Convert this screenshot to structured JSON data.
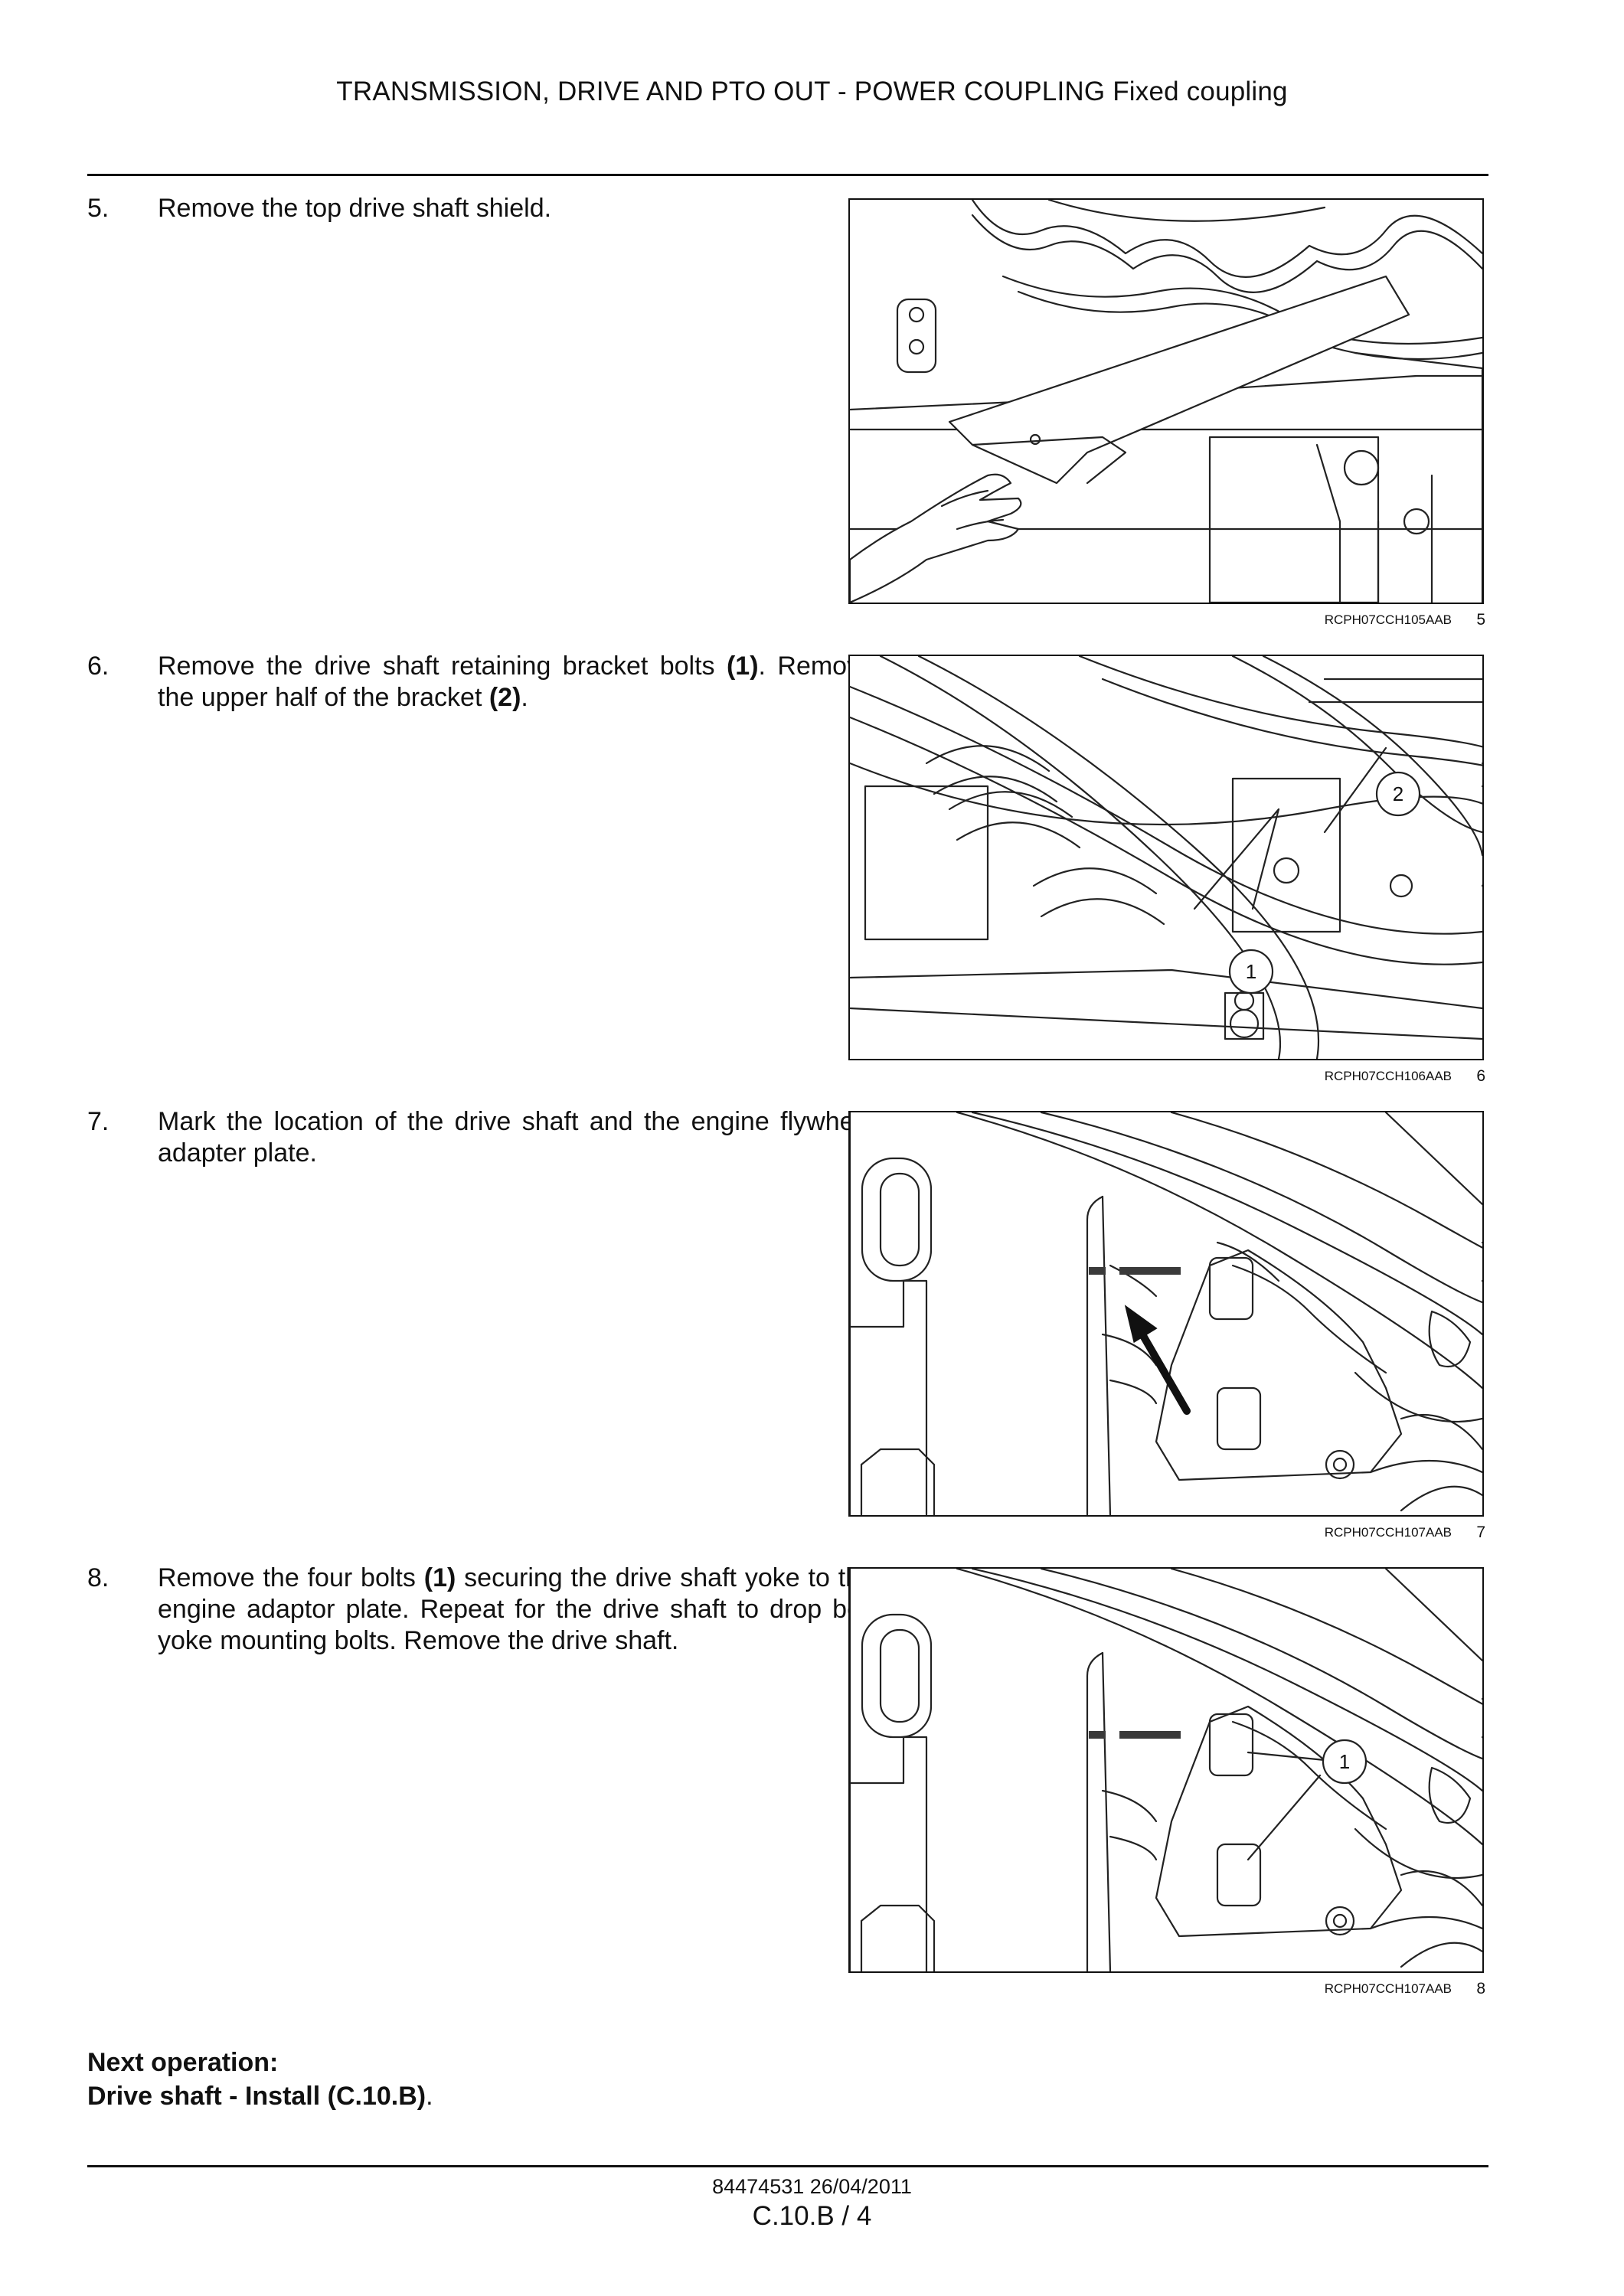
{
  "header": {
    "title": "TRANSMISSION, DRIVE AND PTO OUT - POWER COUPLING Fixed coupling"
  },
  "steps": [
    {
      "number": "5.",
      "parts": [
        {
          "t": "Remove the top drive shaft shield."
        }
      ]
    },
    {
      "number": "6.",
      "parts": [
        {
          "t": "Remove the drive shaft retaining bracket bolts "
        },
        {
          "t": "(1)",
          "b": true
        },
        {
          "t": ". Remove the upper half of the bracket "
        },
        {
          "t": "(2)",
          "b": true
        },
        {
          "t": "."
        }
      ]
    },
    {
      "number": "7.",
      "parts": [
        {
          "t": "Mark the location of the drive shaft and the engine flywheel adapter plate."
        }
      ]
    },
    {
      "number": "8.",
      "parts": [
        {
          "t": "Remove the four bolts "
        },
        {
          "t": "(1)",
          "b": true
        },
        {
          "t": " securing the drive shaft yoke to the engine adaptor plate. Repeat for the drive shaft to drop box yoke mounting bolts. Remove the drive shaft."
        }
      ]
    }
  ],
  "figures": [
    {
      "code": "RCPH07CCH105AAB",
      "number": "5",
      "callouts": []
    },
    {
      "code": "RCPH07CCH106AAB",
      "number": "6",
      "callouts": [
        "2",
        "1"
      ]
    },
    {
      "code": "RCPH07CCH107AAB",
      "number": "7",
      "callouts": []
    },
    {
      "code": "RCPH07CCH107AAB",
      "number": "8",
      "callouts": [
        "1"
      ]
    }
  ],
  "next_operation": {
    "label": "Next operation:",
    "link": "Drive shaft - Install (C.10.B)",
    "suffix": "."
  },
  "footer": {
    "doc_info": "84474531 26/04/2011",
    "page": "C.10.B / 4"
  }
}
